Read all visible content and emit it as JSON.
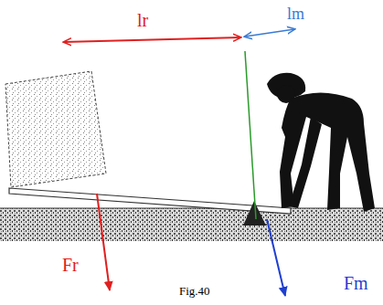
{
  "diagram": {
    "caption": "Fig.40",
    "labels": [
      "lr",
      "lm",
      "Fr",
      "Fm"
    ]
  }
}
